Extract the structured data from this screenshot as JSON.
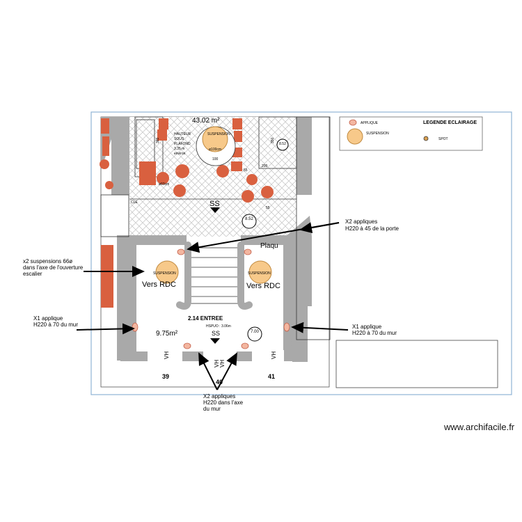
{
  "plan": {
    "room_upper_area": "43.02 m²",
    "ceiling_note": [
      "HAUTEUR",
      "SOUS",
      "PLAFOND",
      "3.35  m",
      "environ"
    ],
    "suspension_big_label": "SUSPENSION",
    "suspension_big_dim": "ø100cm",
    "side_table_label": "ø60cm",
    "label_ss": "SS",
    "label_vers_rdc": "Vers  RDC",
    "label_suspension": "SUSPENSION",
    "label_plaqu": "Plaqu",
    "label_cle": "CLE",
    "entree_title": "2.14 ENTREE",
    "entree_hsp": "HSPUO : 3.06m",
    "entree_area": "9.75m²",
    "level_tags": [
      "8.52",
      "8.52",
      "7.00"
    ],
    "wall_labels": [
      "VH",
      "VH",
      "VH",
      "VH"
    ],
    "bottom_numbers": [
      "39",
      "40",
      "41"
    ],
    "dim_small": [
      "360",
      "350",
      "200",
      "100",
      "55",
      "55"
    ]
  },
  "legend": {
    "title": "LEGENDE ECLAIRAGE",
    "applique": "APPLIQUE",
    "suspension": "SUSPENSION",
    "spot": "SPOT"
  },
  "annotations": {
    "top_right": [
      "X2 appliques",
      "H220 à 45 de la porte"
    ],
    "left_top": [
      "x2 suspensions 66ø",
      "dans l'axe de l'ouverture",
      "escalier"
    ],
    "left_mid": [
      "X1 applique",
      "H220 à 70 du mur"
    ],
    "right_mid": [
      "X1 applique",
      "H220 à 70 du mur"
    ],
    "bottom": [
      "X2 appliques",
      "H220 dans l'axe",
      "du mur"
    ]
  },
  "watermark": "www.archifacile.fr",
  "colors": {
    "frame": "#8fb3d6",
    "wall": "#a9a9a9",
    "brick": "#d9603f",
    "lamp_fill": "#f7c98a",
    "lamp_stroke": "#c08a40"
  }
}
